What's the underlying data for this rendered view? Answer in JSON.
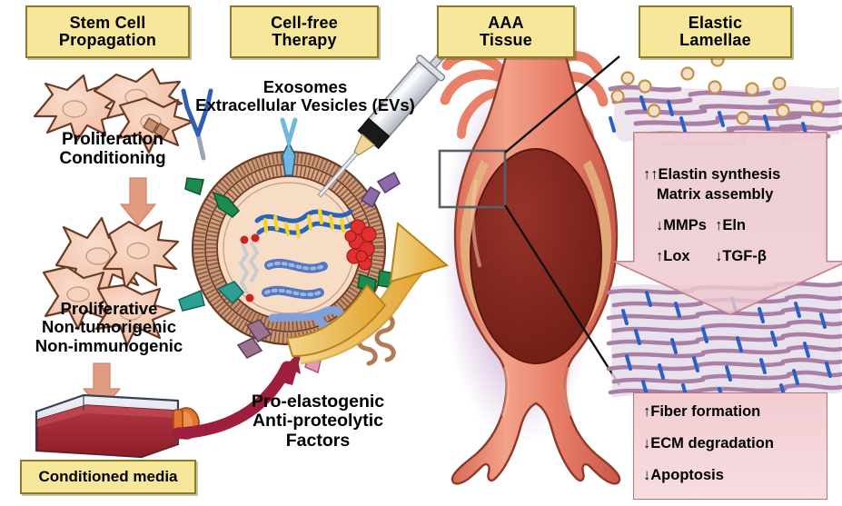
{
  "figure": {
    "type": "scientific-schematic",
    "title": "Stem cell derived cell-free exosome therapy for abdominal aortic aneurysm (AAA)",
    "panels": [
      "Stem Cell Propagation",
      "Cell-free Therapy",
      "AAA Tissue",
      "Elastic Lamellae"
    ]
  },
  "panel1": {
    "header": {
      "line1": "Stem Cell",
      "line2": "Propagation"
    },
    "caption_top": "Proliferation\nConditioning",
    "caption_mid": "Proliferative\nNon-tumorigenic\nNon-immunogenic",
    "flask_label": "Conditioned media"
  },
  "panel2": {
    "header": {
      "line1": "Cell-free",
      "line2": "Therapy"
    },
    "caption_top": "Exosomes\nExtracellular Vesicles (EVs)",
    "caption_bottom": "Pro-elastogenic\nAnti-proteolytic\nFactors"
  },
  "panel3": {
    "header": {
      "line1": "AAA",
      "line2": "Tissue"
    }
  },
  "panel4": {
    "header": {
      "line1": "Elastic",
      "line2": "Lamellae"
    },
    "upper_box": {
      "line1": "↑↑Elastin synthesis",
      "line2": "Matrix assembly",
      "line3": "↓MMPs  ↑Eln",
      "line4": "↑Lox      ↓TGF-β"
    },
    "lower_box": {
      "line1": "↑Fiber formation",
      "line2": "↓ECM degradation",
      "line3": "↓Apoptosis"
    }
  },
  "colors": {
    "header_fill": "#f6e79a",
    "header_border": "#8d7a28",
    "cell_fill": "#f4c4ae",
    "cell_stroke": "#6b3a24",
    "media_red": "#9e2430",
    "arrow_salmon": "#e09479",
    "arrow_darkred": "#9e1f3d",
    "arrow_gold": "#e8b03c",
    "aorta": "#e8806a",
    "lumen": "#7d2419",
    "pink_box": "#f2cdd2",
    "pink_border": "#b9707c",
    "fiber_purple": "#a97fa8",
    "crosslink_blue": "#2a5fc8",
    "ev_orange": "#d99a4a"
  },
  "icons": {
    "syringe": "syringe-icon",
    "flask": "culture-flask-icon",
    "exosome": "exosome-vesicle-icon",
    "aorta": "abdominal-aorta-aneurysm-icon",
    "dna": "dna-helix-icon",
    "mrna": "mrna-strand-icon",
    "protein": "protein-cluster-icon",
    "lipid": "lipid-molecule-icon"
  }
}
